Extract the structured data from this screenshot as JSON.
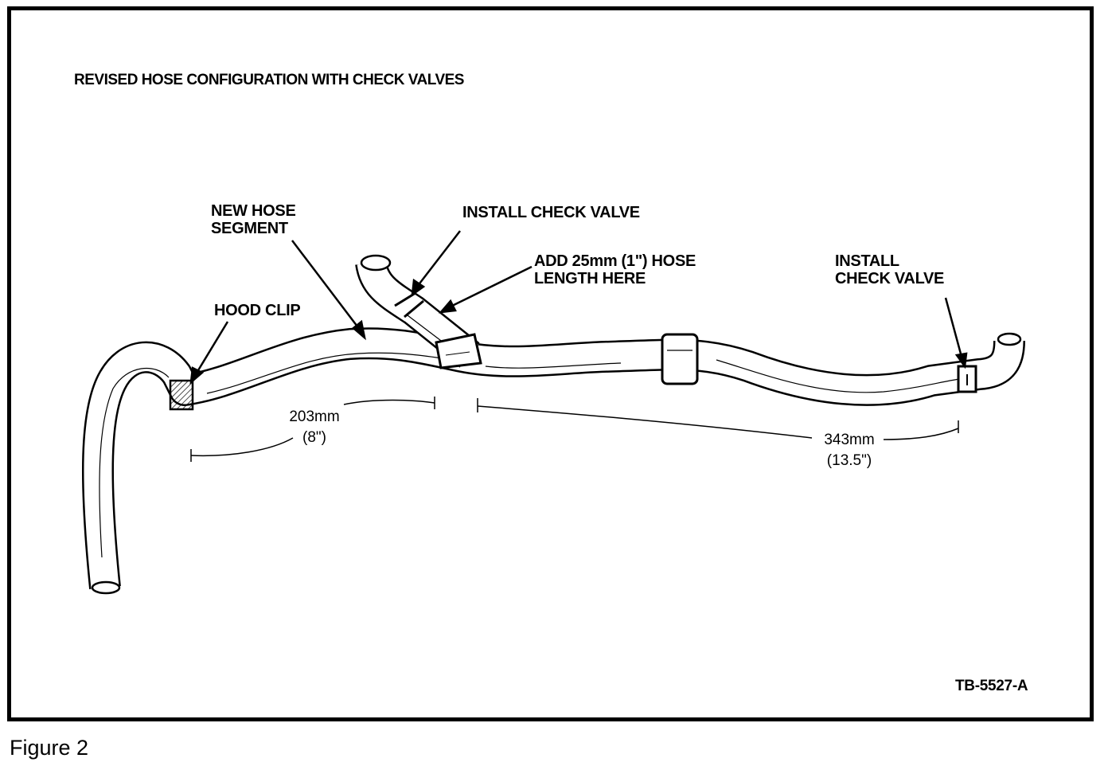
{
  "title": "REVISED HOSE CONFIGURATION WITH CHECK VALVES",
  "labels": {
    "new_hose_segment": "NEW HOSE\nSEGMENT",
    "install_check_valve_top": "INSTALL CHECK VALVE",
    "add_hose_length": "ADD 25mm (1\") HOSE\nLENGTH HERE",
    "install_check_valve_right": "INSTALL\nCHECK VALVE",
    "hood_clip": "HOOD CLIP"
  },
  "dimensions": {
    "left": {
      "mm": "203mm",
      "inch": "(8\")"
    },
    "right": {
      "mm": "343mm",
      "inch": "(13.5\")"
    }
  },
  "code": "TB-5527-A",
  "caption": "Figure 2"
}
